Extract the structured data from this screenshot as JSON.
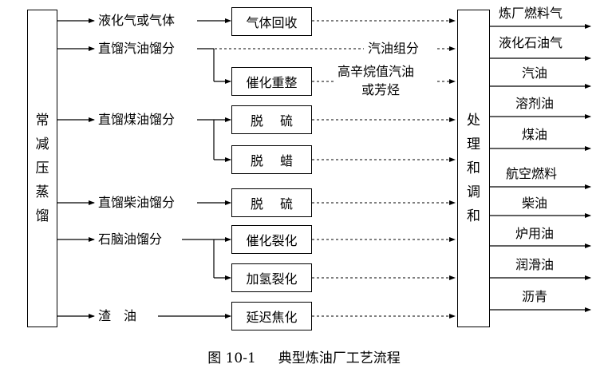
{
  "left_unit": {
    "label": "常减压蒸馏",
    "chars": [
      "常",
      "减",
      "压",
      "蒸",
      "馏"
    ]
  },
  "right_unit": {
    "label": "处理和调和",
    "chars": [
      "处",
      "理",
      "和",
      "调",
      "和"
    ]
  },
  "fractions": {
    "gas": "液化气或气体",
    "straight_gasoline": "直馏汽油馏分",
    "straight_kerosene": "直馏煤油馏分",
    "straight_diesel": "直馏柴油馏分",
    "wax_oil": "石脑油馏分",
    "residue": "渣　油"
  },
  "processes": {
    "gas_recovery": "气体回收",
    "catalytic_reforming": "催化重整",
    "desulfurization_1": "脱　 硫",
    "dewaxing": "脱　 蜡",
    "desulfurization_2": "脱　 硫",
    "catalytic_cracking": "催化裂化",
    "hydrocracking": "加氢裂化",
    "delayed_coking": "延迟焦化"
  },
  "intermediates": {
    "gasoline_component": "汽油组分",
    "high_octane_line1": "高辛烷值汽油",
    "high_octane_line2": "或芳烃"
  },
  "products": [
    "炼厂燃料气",
    "液化石油气",
    "汽油",
    "溶剂油",
    "煤油",
    "航空燃料",
    "柴油",
    "炉用油",
    "润滑油",
    "沥青"
  ],
  "caption": {
    "number": "图 10-1",
    "title": "典型炼油厂工艺流程"
  }
}
